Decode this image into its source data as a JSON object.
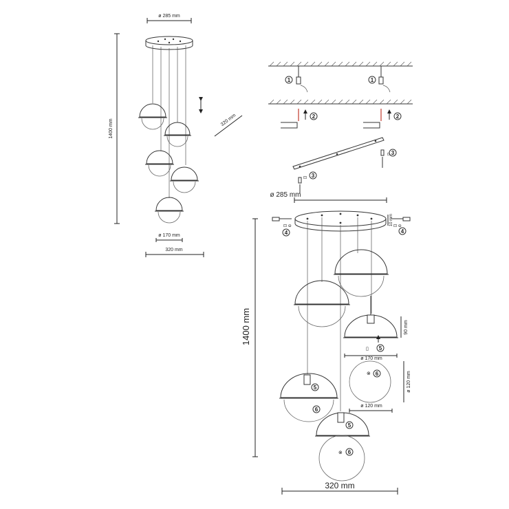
{
  "overview": {
    "dim_canopy": "ø 285 mm",
    "dim_height": "1400 mm",
    "dim_depth": "320 mm",
    "dim_shade": "ø 170 mm",
    "dim_width": "320 mm"
  },
  "steps": {
    "s1": "1",
    "s2": "2",
    "s3": "3",
    "s4": "4",
    "s5": "5",
    "s6": "6"
  },
  "detail": {
    "dim_canopy": "ø 285 mm",
    "dim_canopy_h": "10 mm",
    "dim_height": "1400 mm",
    "dim_width": "320 mm",
    "dim_shade_h": "90 mm",
    "dim_shade_d": "ø 170 mm",
    "dim_glass_h": "ø 120 mm",
    "dim_glass_d": "ø 120 mm"
  }
}
